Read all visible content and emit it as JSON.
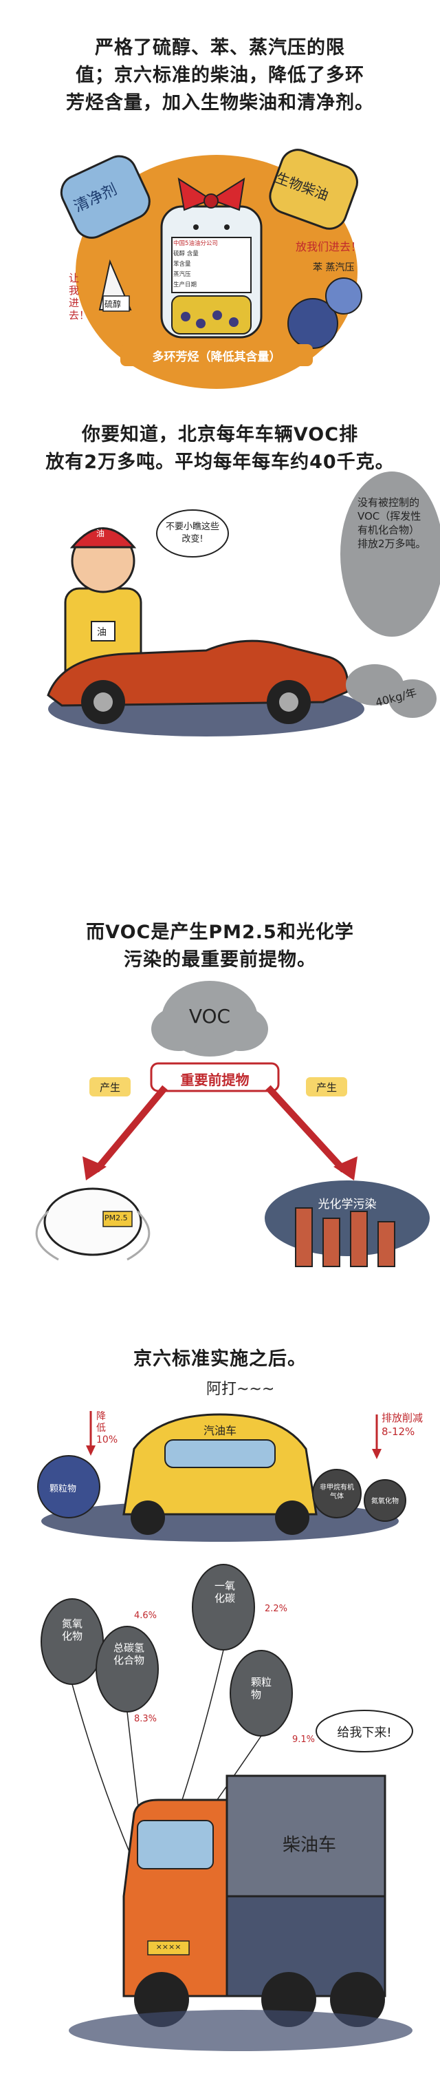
{
  "panel1": {
    "caption": [
      "严格了硫醇、苯、蒸汽压的限",
      "值；京六标准的柴油，降低了多环",
      "芳烃含量，加入生物柴油和清净剂。"
    ],
    "bottle_label": [
      "中国5油油分公司",
      "硫醇 含量",
      "苯含量",
      "蒸汽压",
      "生产日期"
    ],
    "left_jar": "清净剂",
    "right_jar": "生物柴油",
    "tag_left": "硫醇",
    "shout_left": "让我进去！",
    "shout_right": "放我们进去！",
    "tag_right": "苯 蒸汽压",
    "banner": "多环芳烃（降低其含量）"
  },
  "panel2": {
    "caption": [
      "你要知道，北京每年车辆VOC排",
      "放有2万多吨。平均每年每车约40千克。"
    ],
    "bubble": "不要小瞧这些改变!",
    "badge": "油",
    "hat": "油",
    "cloud": "没有被控制的VOC（挥发性有机化合物）排放2万多吨。",
    "per_year": "40kg/年"
  },
  "panel3": {
    "caption": [
      "而VOC是产生PM2.5和光化学",
      "污染的最重要前提物。"
    ],
    "voc": "VOC",
    "banner": "重要前提物",
    "left_label": "产生",
    "right_label": "产生",
    "mask": "PM2.5",
    "smog": "光化学污染"
  },
  "panel4": {
    "caption": [
      "京六标准实施之后。"
    ],
    "sneeze": "阿打~~~",
    "car_sign": "汽油车",
    "left_note": "降低10%",
    "left_ball": "颗粒物",
    "right_note": "排放削减8-12%",
    "right_ball1": "非甲烷有机气体",
    "right_ball2": "氮氧化物"
  },
  "panel5": {
    "balloons": [
      {
        "label": "氮氧化物",
        "pct": "4.6%"
      },
      {
        "label": "总碳氢化合物",
        "pct": "8.3%"
      },
      {
        "label": "一氧化碳",
        "pct": "2.2%"
      },
      {
        "label": "颗粒物",
        "pct": "9.1%"
      }
    ],
    "truck": "柴油车",
    "shout": "给我下来!",
    "plate": "××××"
  }
}
